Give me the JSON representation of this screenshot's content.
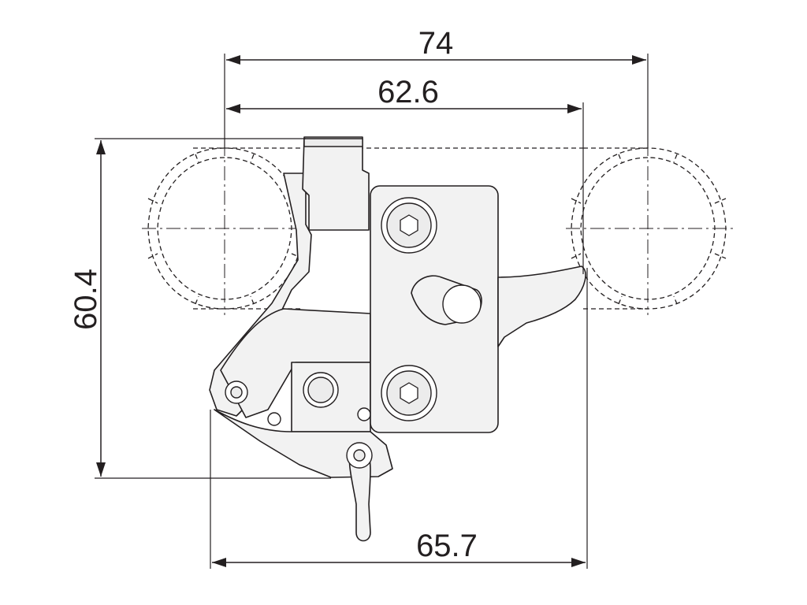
{
  "drawing": {
    "dimensions": {
      "overall_width": "74",
      "tube_center_span": "62.6",
      "clamp_height": "60.4",
      "base_width": "65.7"
    }
  }
}
